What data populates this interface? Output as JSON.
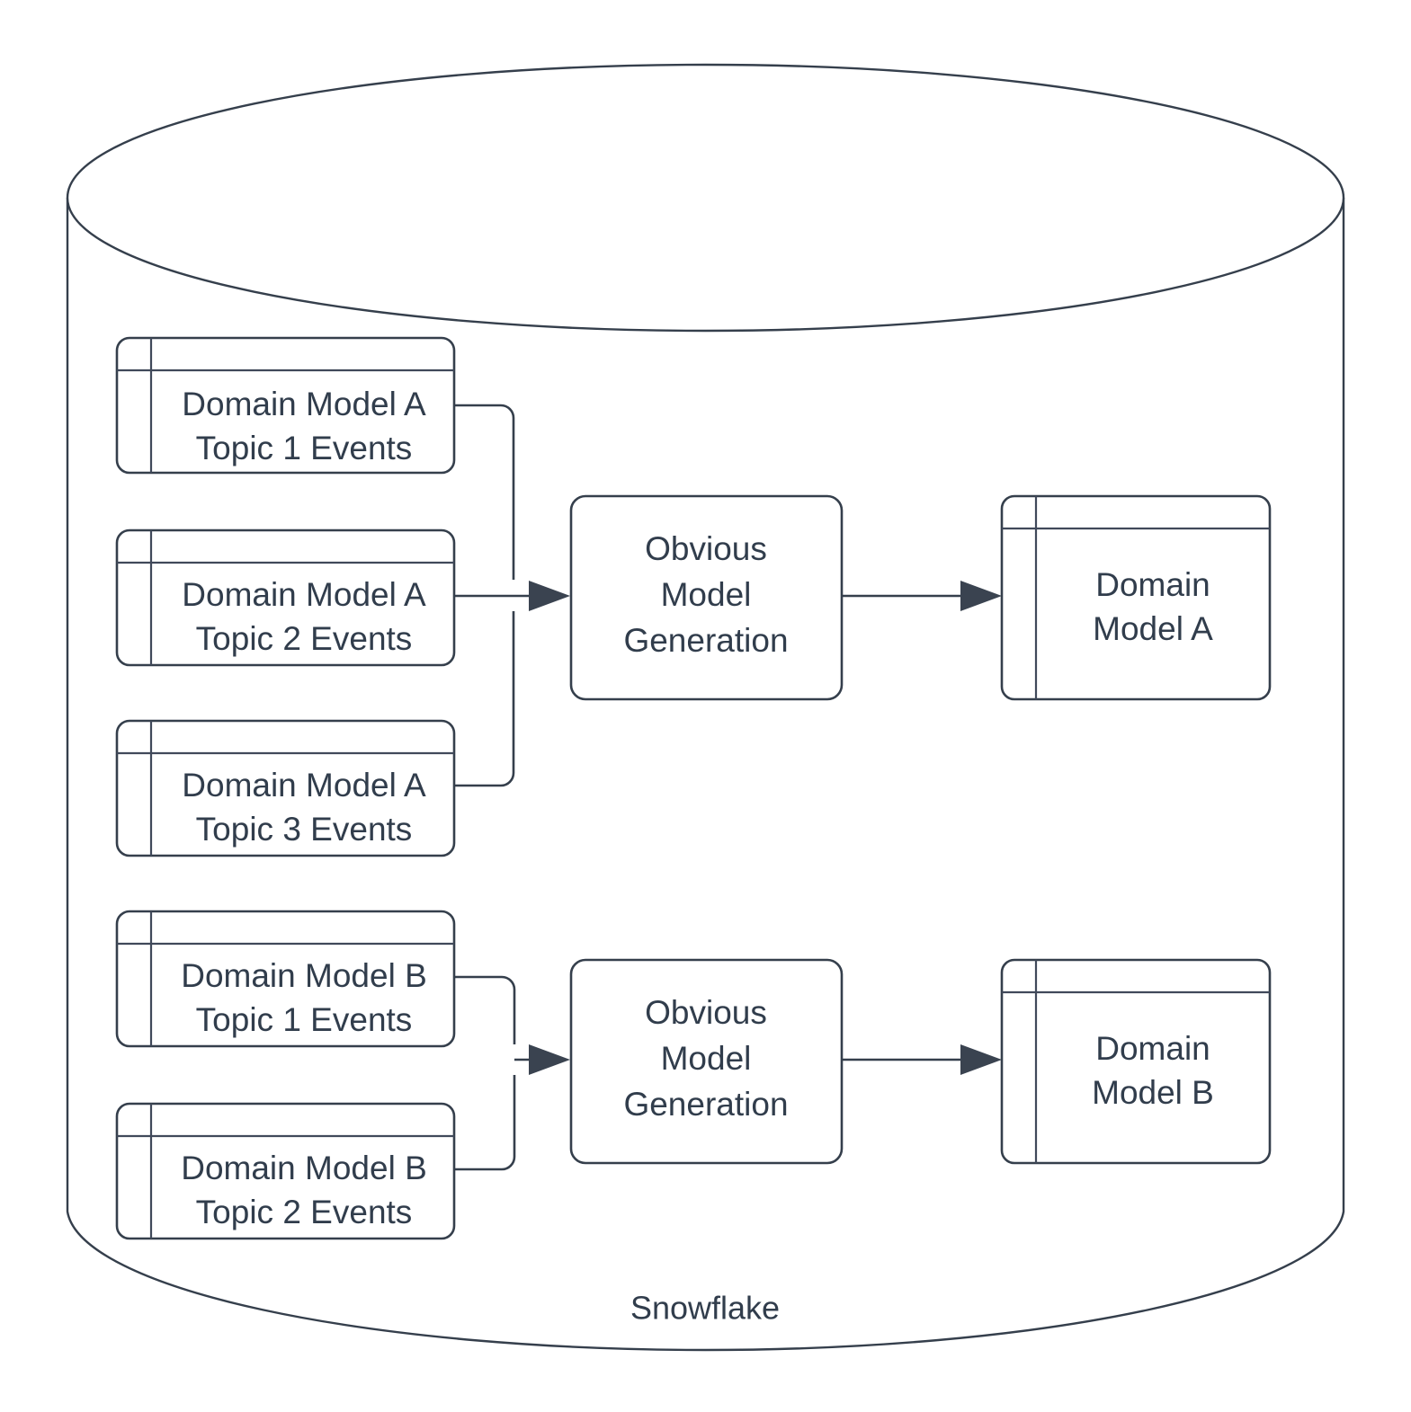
{
  "diagram": {
    "type": "flow-diagram",
    "container": {
      "name": "Snowflake",
      "shape": "cylinder",
      "label": "Snowflake"
    },
    "colors": {
      "stroke": "#353f4c",
      "text": "#313d4c",
      "fill": "#ffffff",
      "arrow": "#3a4350"
    },
    "groups": [
      {
        "id": "group-a",
        "sources": [
          {
            "id": "src-a1",
            "shape": "table",
            "line1": "Domain Model A",
            "line2": "Topic 1 Events"
          },
          {
            "id": "src-a2",
            "shape": "table",
            "line1": "Domain Model A",
            "line2": "Topic 2 Events"
          },
          {
            "id": "src-a3",
            "shape": "table",
            "line1": "Domain Model A",
            "line2": "Topic 3 Events"
          }
        ],
        "process": {
          "id": "proc-a",
          "shape": "rounded-rect",
          "line1": "Obvious",
          "line2": "Model",
          "line3": "Generation"
        },
        "output": {
          "id": "out-a",
          "shape": "table",
          "line1": "Domain",
          "line2": "Model A"
        }
      },
      {
        "id": "group-b",
        "sources": [
          {
            "id": "src-b1",
            "shape": "table",
            "line1": "Domain Model B",
            "line2": "Topic 1 Events"
          },
          {
            "id": "src-b2",
            "shape": "table",
            "line1": "Domain Model B",
            "line2": "Topic 2 Events"
          }
        ],
        "process": {
          "id": "proc-b",
          "shape": "rounded-rect",
          "line1": "Obvious",
          "line2": "Model",
          "line3": "Generation"
        },
        "output": {
          "id": "out-b",
          "shape": "table",
          "line1": "Domain",
          "line2": "Model B"
        }
      }
    ]
  }
}
